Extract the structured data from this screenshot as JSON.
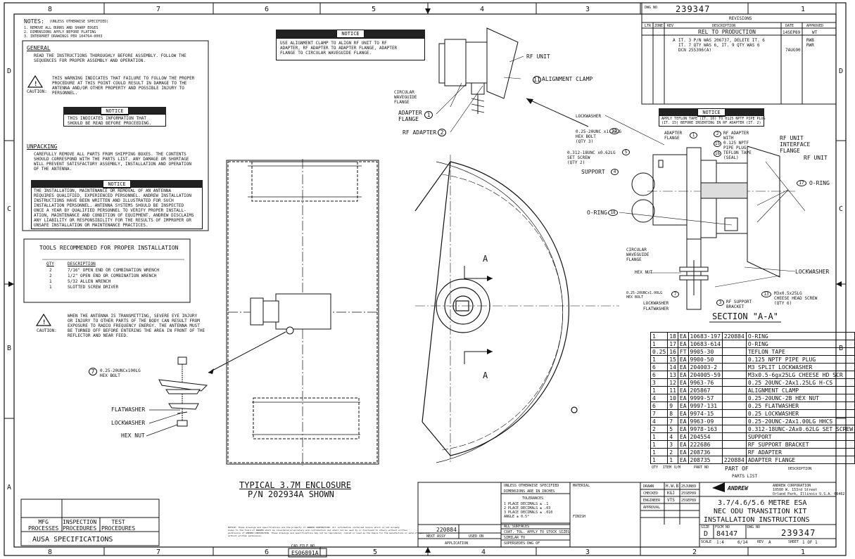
{
  "sheet": {
    "zone_cols_top": [
      "8",
      "7",
      "6",
      "5",
      "4",
      "3",
      "2",
      "1"
    ],
    "zone_cols_bottom": [
      "8",
      "7",
      "6",
      "5",
      "4",
      "3",
      "2",
      "1"
    ],
    "zone_rows": [
      "D",
      "C",
      "B",
      "A"
    ]
  },
  "notes": {
    "title": "NOTES:",
    "subtitle": "(UNLESS OTHERWISE SPECIFIED)",
    "items": [
      "1. REMOVE ALL BURRS AND SHARP EDGES",
      "2. DIMENSIONS APPLY BEFORE PLATING",
      "3. INTERPRET DRAWINGS PER 104764-0003"
    ]
  },
  "general": {
    "heading": "GENERAL",
    "text": "READ THE INSTRUCTIONS THOROUGHLY BEFORE ASSEMBLY. FOLLOW THE\nSEQUENCES FOR PROPER ASSEMBLY AND OPERATION.",
    "caution_label": "CAUTION:",
    "caution_text": "THIS WARNING INDICATES THAT FAILURE TO FOLLOW THE PROPER\nPROCEDURE AT THIS POINT COULD RESULT IN DAMAGE TO THE\nANTENNA AND/OR OTHER PROPERTY AND POSSIBLE INJURY TO\nPERSONNEL.",
    "notice_label": "NOTICE",
    "notice_text": "THIS INDICATES INFORMATION THAT\nSHOULD BE READ BEFORE PROCEEDING."
  },
  "unpacking": {
    "heading": "UNPACKING",
    "text": "CAREFULLY REMOVE ALL PARTS FROM SHIPPING BOXES. THE CONTENTS\nSHOULD CORRESPOND WITH THE PARTS LIST. ANY DAMAGE OR SHORTAGE\nWILL PREVENT SATISFACTORY ASSEMBLY, INSTALLATION AND OPERATION\nOF THE ANTENNA.",
    "notice_label": "NOTICE",
    "notice_text": "THE INSTALLATION, MAINTENANCE OR REMOVAL OF AN ANTENNA\nREQUIRES QUALIFIED, EXPERIENCED PERSONNEL. ANDREW INSTALLATION\nINSTRUCTIONS HAVE BEEN WRITTEN AND ILLUSTRATED FOR SUCH\nINSTALLATION PERSONNEL. ANTENNA SYSTEMS SHOULD BE INSPECTED\nONCE A YEAR BY QUALIFIED PERSONNEL TO VERIFY PROPER INSTALL-\nATION, MAINTENANCE AND CONDITION OF EQUIPMENT. ANDREW DISCLAIMS\nANY LIABILITY OR RESPONSIBILITY FOR THE RESULTS OF IMPROPER OR\nUNSAFE INSTALLATION OR MAINTENANCE PRACTICES."
  },
  "tools": {
    "title": "TOOLS RECOMMENDED FOR PROPER INSTALLATION",
    "col_qty": "QTY",
    "col_desc": "DESCRIPTION",
    "rows": [
      {
        "qty": "2",
        "desc": "7/16\" OPEN END OR COMBINATION WRENCH"
      },
      {
        "qty": "2",
        "desc": "1/2\" OPEN END OR COMBINATION WRENCH"
      },
      {
        "qty": "1",
        "desc": "5/32 ALLEN WRENCH"
      },
      {
        "qty": "1",
        "desc": "SLOTTED SCREW DRIVER"
      }
    ]
  },
  "caution2": {
    "label": "CAUTION:",
    "text": "WHEN THE ANTENNA IS TRANSMITTING, SEVERE EYE INJURY\nOR INJURY TO OTHER PARTS OF THE BODY CAN RESULT FROM\nEXPOSURE TO RADIO FREQUENCY ENERGY. THE ANTENNA MUST\nBE TURNED OFF BEFORE ENTERING THE AREA IN FRONT OF THE\nREFLECTOR AND NEAR FEED."
  },
  "top_notice": {
    "label": "NOTICE",
    "text": "USE ALIGNMENT CLAMP TO ALIGN RF UNIT TO RF\nADAPTER, RF ADAPTER TO ADAPTER FLANGE, ADAPTER\nFLANGE TO CIRCULAR WAVEGUIDE FLANGE."
  },
  "top_callouts": {
    "rf_unit": "RF UNIT",
    "alignment_clamp": "ALIGNMENT CLAMP",
    "alignment_clamp_num": "11",
    "circular_waveguide": "CIRCULAR\nWAVEGUIDE\nFLANGE",
    "adapter_flange": "ADAPTER\nFLANGE",
    "adapter_flange_num": "1",
    "rf_adapter": "RF ADAPTER",
    "rf_adapter_num": "2"
  },
  "left_detail": {
    "num": "7",
    "hex_bolt": "0.25-20UNCx100LG\nHEX BOLT",
    "flatwasher": "FLATWASHER",
    "lockwasher": "LOCKWASHER",
    "hex_nut": "HEX NUT"
  },
  "enclosure": {
    "caption1": "TYPICAL 3.7M ENCLOSURE",
    "caption2": "P/N 202934A SHOWN"
  },
  "section_marks": {
    "a1": "A",
    "a2": "A"
  },
  "section": {
    "title": "SECTION \"A-A\"",
    "notice_label": "NOTICE",
    "notice_text": "APPLY TEFLON TAPE (IT. 16) TO 0125 NPTF PIPE PLUG\n(IT. 15) BEFORE INSERTING IN RF ADAPTER (IT. 2)",
    "lockwasher_top": "LOCKWASHER",
    "adapter_flange": "ADAPTER\nFLANGE",
    "adapter_flange_num": "1",
    "rf_adapter": "RF ADAPTER",
    "rf_adapter_num": "2",
    "hex_bolt3": "0.25-20UNC x1.25LG\nHEX BOLT\n(QTY 3)",
    "hex_bolt3_num": "12",
    "pipe_plug": "WITH\n0.125 NPTF\nPIPE PLUG",
    "pipe_plug_num": "15",
    "teflon": "TEFLON TAPE\n(SEAL)",
    "teflon_num": "16",
    "rf_unit_iface": "RF UNIT\nINTERFACE\nFLANGE",
    "rf_unit": "RF UNIT",
    "set_screw": "0.312-18UNC x0.62LG\nSET SCREW\n(QTY 2)",
    "set_screw_num": "5",
    "support": "SUPPORT",
    "support_num": "4",
    "oring_r": "O-RING",
    "oring_r_num": "17",
    "oring_l": "O-RING",
    "oring_l_num": "18",
    "circ_wg": "CIRCULAR\nWAVEGUIDE\nFLANGE",
    "hex_nut": "HEX NUT",
    "lockwasher_b": "LOCKWASHER",
    "hex_bolt7": "0.25-20UNCx1.00LG\nHEX BOLT",
    "hex_bolt7_num": "7",
    "lockwasher_c": "LOCKWASHER",
    "flatwasher": "FLATWASHER",
    "rf_support": "RF SUPPORT\nBRACKET",
    "rf_support_num": "3",
    "cheese": "M3x0.5x25LG\nCHEESE HEAD SCREW\n(QTY 6)",
    "cheese_num": "13"
  },
  "revisions": {
    "dwg_no_label": "DWG NO",
    "dwg_no": "239347",
    "title": "REVISIONS",
    "headers": [
      "ZONE",
      "REV",
      "DESCRIPTION",
      "DATE",
      "APPROVED"
    ],
    "ltr": "LTR",
    "row1": {
      "rev": "",
      "desc": "REL TO PRODUCTION",
      "date": "14SEP89",
      "appr": "WT"
    },
    "row2": {
      "rev": "A",
      "desc": "IT. 3 P/N WAS 206737, DELETE IT. 6\nIT. 7 QTY WAS 6, IT. 9 QTY WAS 6\nDCN 255396(A)",
      "date": "7AUG90",
      "appr": "RWB\nRWR"
    }
  },
  "parts_list": {
    "rows": [
      [
        "1",
        "18",
        "EA",
        "10683-197",
        "220884",
        "O-RING"
      ],
      [
        "1",
        "17",
        "EA",
        "10683-614",
        "",
        "O-RING"
      ],
      [
        "0.25",
        "16",
        "FT",
        "9905-30",
        "",
        "TEFLON TAPE"
      ],
      [
        "1",
        "15",
        "EA",
        "9900-50",
        "",
        "0.125 NPTF PIPE PLUG"
      ],
      [
        "6",
        "14",
        "EA",
        "204003-2",
        "",
        "M3 SPLIT LOCKWASHER"
      ],
      [
        "6",
        "13",
        "EA",
        "204005-59",
        "",
        "M3x0.5-6gx25LG CHEESE HD SCR"
      ],
      [
        "3",
        "12",
        "EA",
        "9963-76",
        "",
        "0.25 20UNC-2Ax1.25LG H-CS"
      ],
      [
        "1",
        "11",
        "EA",
        "205867",
        "",
        "ALIGNMENT CLAMP"
      ],
      [
        "4",
        "10",
        "EA",
        "9999-57",
        "",
        "0.25-20UNC-2B HEX NUT"
      ],
      [
        "6",
        "9",
        "EA",
        "9997-131",
        "",
        "0.25 FLATWASHER"
      ],
      [
        "7",
        "8",
        "EA",
        "9974-15",
        "",
        "0.25 LOCKWASHER"
      ],
      [
        "4",
        "7",
        "EA",
        "9963-09",
        "",
        "0.25-20UNC-2Ax1.00LG HHCS"
      ],
      [
        "2",
        "5",
        "EA",
        "9978-163",
        "",
        "0.312-18UNC-2Ax0.62LG SET SCREW"
      ],
      [
        "1",
        "4",
        "EA",
        "204554",
        "",
        "SUPPORT"
      ],
      [
        "1",
        "3",
        "EA",
        "222686",
        "",
        "RF SUPPORT BRACKET"
      ],
      [
        "1",
        "2",
        "EA",
        "208736",
        "",
        "RF ADAPTER"
      ],
      [
        "1",
        "1",
        "EA",
        "208735",
        "220884",
        "ADAPTER FLANGE"
      ]
    ],
    "footer_qty": "QTY",
    "footer_item": "ITEM",
    "footer_um": "U/M",
    "footer_partno": "PART NO",
    "footer_partof": "PART OF",
    "footer_desc": "DESCRIPTION",
    "label": "PARTS LIST"
  },
  "title_block": {
    "unless": "UNLESS OTHERWISE SPECIFIED",
    "dims": "DIMENSIONS ARE IN INCHES",
    "tolerances": "TOLERANCES",
    "tol_lines": "1 PLACE DECIMALS ± .1\n2 PLACE DECIMALS ± .03\n3 PLACE DECIMALS ± .010\nANGLE ± 0.5°",
    "material": "MATERIAL",
    "finish": "FINISH",
    "all_surfaces": "ALL SURFACES",
    "coat": "COAT. TOL. APPLY TO STOCK SIZES",
    "similar": "SIMILAR TO",
    "supersedes": "SUPERSEDES DWG OF",
    "next_assy_no": "220884",
    "next_assy": "NEXT ASSY",
    "used_on": "USED ON",
    "application": "APPLICATION",
    "drawn": "DRAWN",
    "checked": "CHECKED",
    "engineer": "ENGINEER",
    "approval": "APPROVAL",
    "drawn_by": "H.W.B.",
    "drawn_date": "25JUN89",
    "checked_by": "KGJ",
    "checked_date": "25SEP89",
    "eng_by": "VTS",
    "eng_date": "25SEP89",
    "company": "ANDREW",
    "company_full": "ANDREW CORPORATION\n10500 W. 153rd Street\nOrland Park, Illinois U.S.A. 60462",
    "title1": "3.7/4.6/5.6 METRE ESA",
    "title2": "NEC ODU TRANSITION KIT",
    "title3": "INSTALLATION INSTRUCTIONS",
    "size_label": "SIZE",
    "fscm_label": "FSCM NO",
    "dwg_label": "DWG NO",
    "size": "D",
    "fscm": "84147",
    "dwg": "239347",
    "scale_label": "SCALE",
    "scale": "1:4",
    "sheet_label": "SHEET",
    "rev_label": "REV",
    "rev": "A",
    "sheet": "1 OF 1",
    "wt": "6/14"
  },
  "proprietary": "NOTICE: These drawings and specifications are the property of ANDREW CORPORATION. All information contained herein which is not already\nknown to the field of ANDREW shall be considered proprietary and confidential and shall not be used by or disclosed to others without written\npermission of ANDREW CORPORATION. These drawings and specifications may not be reproduced, copied or used as the basis for the manufacture or sale of apparatus\nwithout written permission.",
  "process_block": {
    "mfg": "MFG\nPROCESSES",
    "insp": "INSPECTION\nPROCEDURES",
    "test": "TEST\nPROCEDURES",
    "ausa": "AUSA SPECIFICATIONS"
  },
  "cad_file": {
    "label": "CAD FILE NO.",
    "value": "ES06891A"
  }
}
